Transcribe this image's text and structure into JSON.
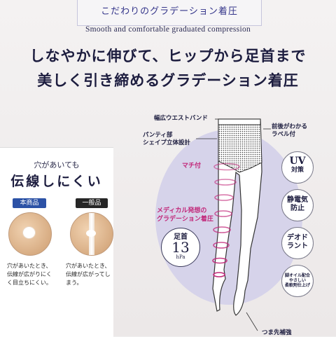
{
  "header": {
    "title_jp": "こだわりのグラデーション着圧",
    "title_en": "Smooth and comfortable graduated compression"
  },
  "headline": {
    "line1": "しなやかに伸びて、ヒップから足首まで",
    "line2": "美しく引き締めるグラデーション着圧"
  },
  "comparison": {
    "subtitle": "穴があいても",
    "title": "伝線しにくい",
    "ours_label": "本商品",
    "general_label": "一般品",
    "ours_caption": "穴があいたとき、伝線が広がりにくく目立ちにくい。",
    "general_caption": "穴があいたとき、伝線が広がってしまう。"
  },
  "diagram": {
    "callouts": {
      "waistband": "幅広ウエストバンド",
      "label": [
        "前後がわかる",
        "ラベル付"
      ],
      "panty": [
        "パンティ部",
        "シェイプ立体設計"
      ],
      "gusset": "マチ付",
      "medical": [
        "メディカル発想の",
        "グラデーション着圧"
      ],
      "toe": "つま先補強"
    },
    "pressure": {
      "label": "足首",
      "value": "13",
      "unit": "hPa"
    },
    "colors": {
      "accent": "#c2287a",
      "lavender": "#d6d3ea",
      "navy": "#1d1d3f"
    }
  },
  "features": [
    {
      "line1": "UV",
      "line2": "対策"
    },
    {
      "line1": "静電気",
      "line2": "防止"
    },
    {
      "line1": "デオド",
      "line2": "ラント"
    },
    {
      "line1": "脚オイル配合",
      "line2": "やさしい",
      "line3": "柔軟剤仕上げ"
    }
  ]
}
